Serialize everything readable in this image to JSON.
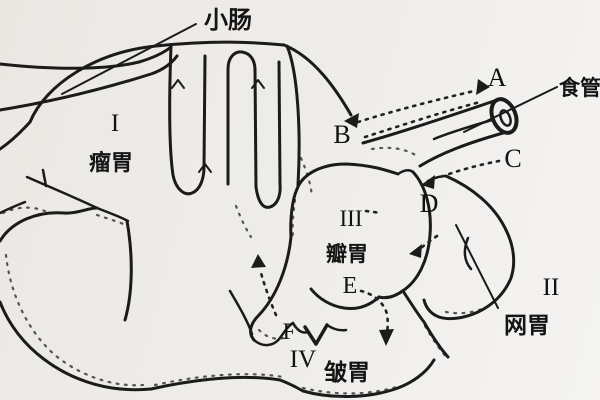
{
  "diagram": {
    "description": "ruminant-stomach-anatomy-line-drawing",
    "colors": {
      "ink": "#1b1b1b",
      "paper": "#efedea"
    },
    "labels": {
      "small_intestine": "小肠",
      "esophagus": "食管",
      "points": {
        "a": "A",
        "b": "B",
        "c": "C",
        "d": "D",
        "e": "E",
        "f": "F"
      },
      "compartments": [
        {
          "numeral": "I",
          "name": "瘤胃"
        },
        {
          "numeral": "II",
          "name": "网胃"
        },
        {
          "numeral": "III",
          "name": "瓣胃"
        },
        {
          "numeral": "IV",
          "name": "皱胃"
        }
      ]
    }
  }
}
